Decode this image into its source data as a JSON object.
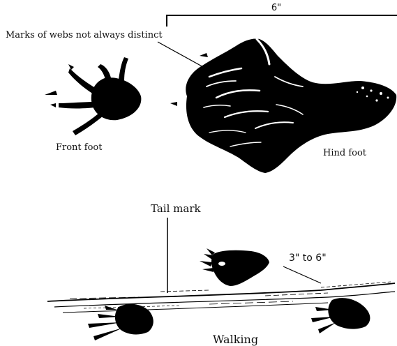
{
  "labels": {
    "scale": "6\"",
    "webs_note": "Marks of webs not always distinct",
    "front_foot": "Front foot",
    "hind_foot": "Hind foot",
    "tail_mark": "Tail mark",
    "stride": "3\" to 6\"",
    "gait": "Walking"
  },
  "colors": {
    "ink": "#000000",
    "paper": "#ffffff"
  }
}
